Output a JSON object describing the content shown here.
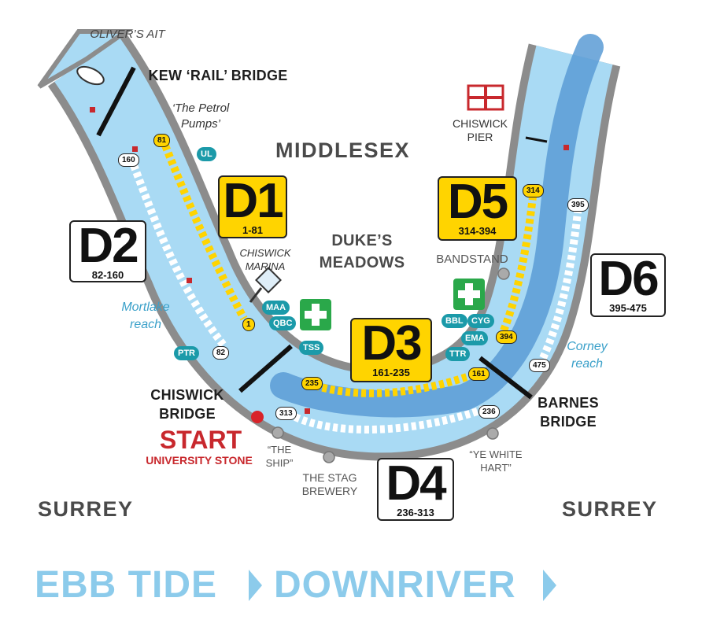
{
  "labels": {
    "olivers_ait": "OLIVER’S AIT",
    "kew_bridge": "KEW ‘RAIL’ BRIDGE",
    "petrol_pumps": "‘The Petrol Pumps’",
    "middlesex": "MIDDLESEX",
    "chiswick_pier": "CHISWICK PIER",
    "chiswick_marina": "CHISWICK MARINA",
    "dukes_meadows": "DUKE’S MEADOWS",
    "bandstand": "BANDSTAND",
    "mortlake_reach": "Mortlake reach",
    "corney_reach": "Corney reach",
    "chiswick_bridge": "CHISWICK BRIDGE",
    "barnes_bridge": "BARNES BRIDGE",
    "start": "START",
    "university_stone": "UNIVERSITY STONE",
    "the_ship": "“THE SHIP”",
    "stag_brewery": "THE STAG BREWERY",
    "ye_white_hart": "“YE WHITE HART”",
    "surrey_left": "SURREY",
    "surrey_right": "SURREY",
    "footer_left": "EBB TIDE",
    "footer_right": "DOWNRIVER"
  },
  "divisions": [
    {
      "id": "D1",
      "range": "1-81",
      "color": "#ffd400"
    },
    {
      "id": "D2",
      "range": "82-160",
      "color": "#ffffff"
    },
    {
      "id": "D3",
      "range": "161-235",
      "color": "#ffd400"
    },
    {
      "id": "D4",
      "range": "236-313",
      "color": "#ffffff"
    },
    {
      "id": "D5",
      "range": "314-394",
      "color": "#ffd400"
    },
    {
      "id": "D6",
      "range": "395-475",
      "color": "#ffffff"
    }
  ],
  "markers": {
    "m81": "81",
    "m160": "160",
    "m1": "1",
    "m82": "82",
    "m235": "235",
    "m313": "313",
    "m161": "161",
    "m236": "236",
    "m314": "314",
    "m395": "395",
    "m394": "394",
    "m475": "475"
  },
  "clubs": {
    "ul": "UL",
    "maa": "MAA",
    "qbc": "QBC",
    "tss": "TSS",
    "ptr": "PTR",
    "bbl": "BBL",
    "cyg": "CYG",
    "ema": "EMA",
    "ttr": "TTR"
  },
  "colors": {
    "river": "#a9daf4",
    "bank": "#8c8c8c",
    "stream": "#5a9bd5",
    "accent_yellow": "#ffd400",
    "club_teal": "#1b9aa9",
    "start_red": "#c8282d",
    "first_aid_green": "#2aa84a",
    "footer_blue": "#8ccbeb"
  }
}
